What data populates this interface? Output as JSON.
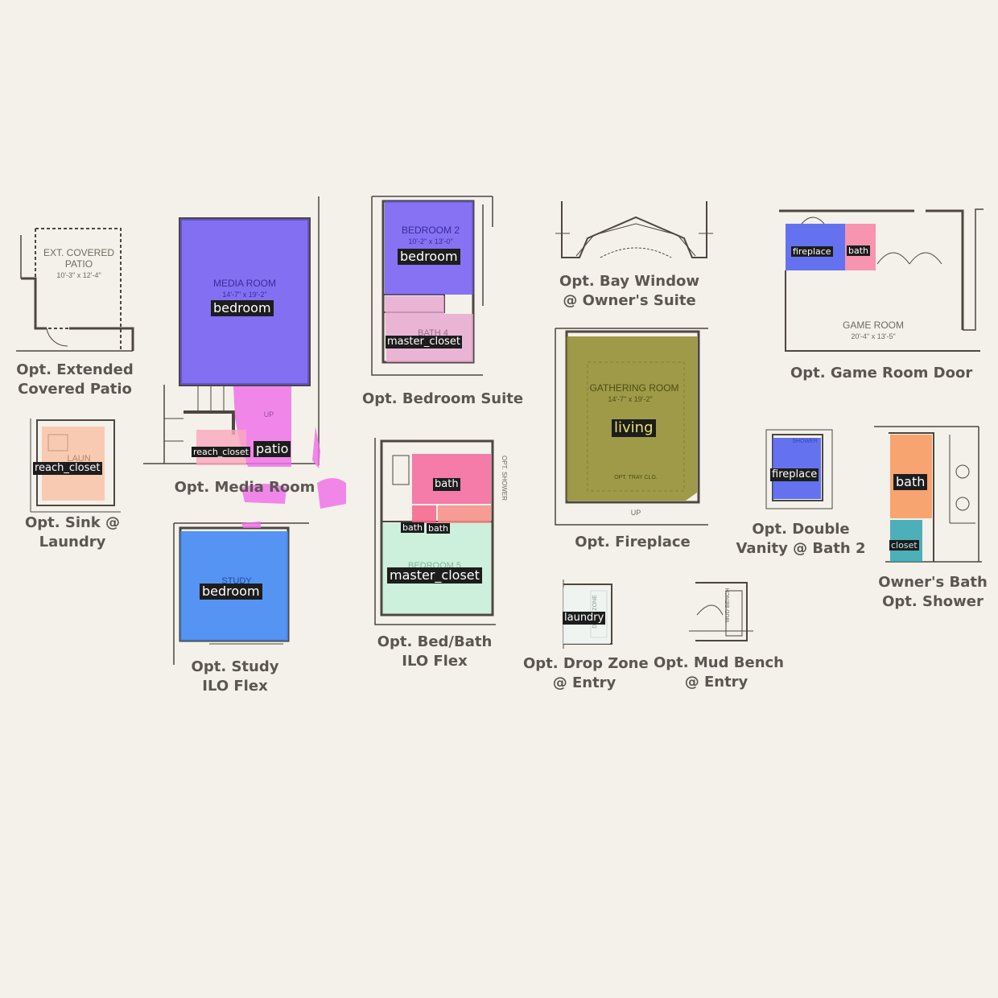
{
  "colors": {
    "background": "#f3f1e9",
    "wall": "#4d4740",
    "caption": "#5b5650",
    "label_bg": "#1d1d1d"
  },
  "captions": {
    "extended_patio": [
      "Opt. Extended",
      "Covered Patio"
    ],
    "media_room": [
      "Opt. Media Room"
    ],
    "bedroom_suite": [
      "Opt. Bedroom Suite"
    ],
    "bay_window": [
      "Opt. Bay Window",
      "@ Owner's Suite"
    ],
    "game_room_door": [
      "Opt. Game Room Door"
    ],
    "sink_laundry": [
      "Opt. Sink @",
      "Laundry"
    ],
    "fireplace": [
      "Opt. Fireplace"
    ],
    "double_vanity": [
      "Opt. Double",
      "Vanity @ Bath 2"
    ],
    "owners_bath": [
      "Owner's Bath",
      "Opt. Shower"
    ],
    "study": [
      "Opt. Study",
      "ILO Flex"
    ],
    "bed_bath": [
      "Opt. Bed/Bath",
      "ILO Flex"
    ],
    "drop_zone": [
      "Opt. Drop Zone",
      "@ Entry"
    ],
    "mud_bench": [
      "Opt. Mud Bench",
      "@ Entry"
    ]
  },
  "plan_text": {
    "patio": {
      "name": "EXT. COVERED",
      "name2": "PATIO",
      "dims": "10'-3\" x 12'-4\""
    },
    "media": {
      "name": "MEDIA ROOM",
      "dims": "14'-7\" x 19'-2\""
    },
    "bedroom2": {
      "name": "BEDROOM 2",
      "dims": "10'-2\" x 13'-0\""
    },
    "bath4": {
      "name": "BATH 4"
    },
    "gathering": {
      "name": "GATHERING ROOM",
      "dims": "14'-7\" x 19'-2\"",
      "note": "OPT. TRAY CLG."
    },
    "game": {
      "name": "GAME ROOM",
      "dims": "20'-4\" x 13'-5\""
    },
    "study": {
      "name": "STUDY"
    },
    "bedroom5": {
      "name": "BEDROOM 5"
    },
    "laun": {
      "name": "LAUN"
    },
    "up": "UP",
    "opt_shower": "OPT. SHOWER",
    "mud_bench": "MUD BENCH",
    "drop_zone": "DROP ZONE",
    "shower": "SHOWER"
  },
  "segments": [
    {
      "label": "bedroom",
      "color": "#6a52f4"
    },
    {
      "label": "patio",
      "color": "#f06ee9"
    },
    {
      "label": "reach_closet",
      "color": "#f9a8c0"
    },
    {
      "label": "bedroom",
      "color": "#6a52f4"
    },
    {
      "label": "master_closet",
      "color": "#e7a6d0"
    },
    {
      "label": "fireplace",
      "color": "#4a5cf0"
    },
    {
      "label": "bath",
      "color": "#f784a6"
    },
    {
      "label": "reach_closet",
      "color": "#f9b99a"
    },
    {
      "label": "living",
      "color": "#8e8b2a"
    },
    {
      "label": "fireplace",
      "color": "#4a5cf0"
    },
    {
      "label": "bath",
      "color": "#f7965a"
    },
    {
      "label": "closet",
      "color": "#2ea3b0"
    },
    {
      "label": "bedroom",
      "color": "#3f86f4"
    },
    {
      "label": "bath",
      "color": "#f5669e"
    },
    {
      "label": "bath",
      "color": "#f7618a"
    },
    {
      "label": "bath",
      "color": "#f78c86"
    },
    {
      "label": "master_closet",
      "color": "#c4f0d8"
    },
    {
      "label": "laundry",
      "color": "#eef5f2"
    }
  ]
}
